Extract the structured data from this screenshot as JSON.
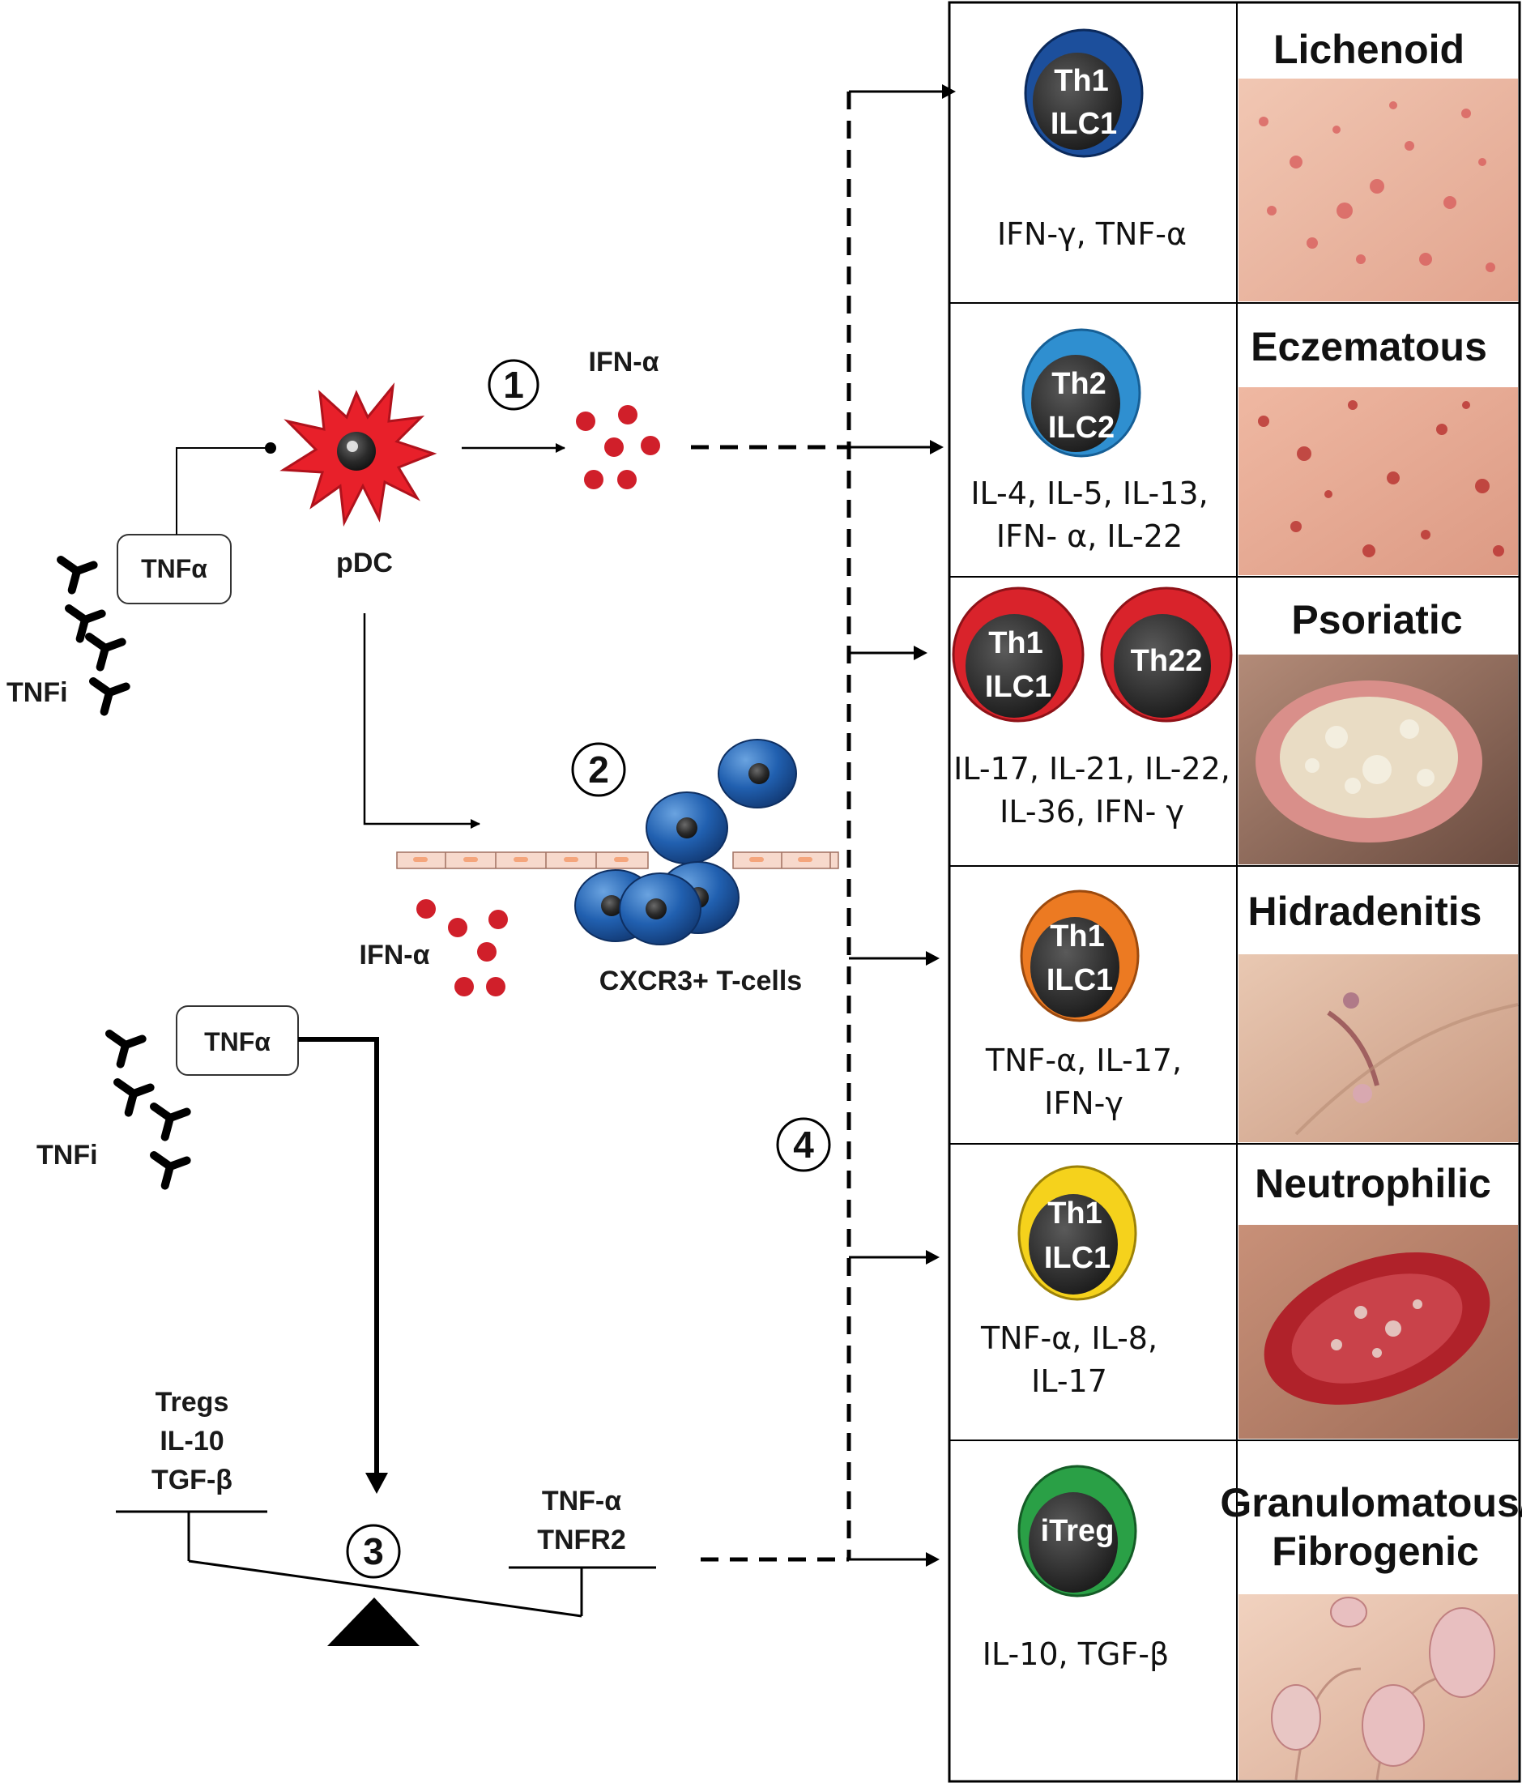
{
  "left_panel": {
    "top_tnf_box": "TNFα",
    "top_tnfi_label": "TNFi",
    "pdc_label": "pDC",
    "step1": "1",
    "ifn_alpha_top": "IFN-α",
    "step2": "2",
    "ifn_alpha_bottom": "IFN-α",
    "tcells_label": "CXCR3+ T-cells",
    "bottom_tnf_box": "TNFα",
    "bottom_tnfi_label": "TNFi",
    "step3": "3",
    "step4": "4",
    "balance_left": [
      "Tregs",
      "IL-10",
      "TGF-β"
    ],
    "balance_right": [
      "TNF-α",
      "TNFR2"
    ]
  },
  "colors": {
    "pdc": "#e8202a",
    "ifn_dots": "#d01f2a",
    "tcell": "#1f5fae",
    "lichenoid": "#1c4f9c",
    "eczematous": "#2f8fd0",
    "psoriatic": "#d9232b",
    "hidradenitis": "#ec7a22",
    "neutrophilic": "#f5d21c",
    "granulomatous": "#2aa046"
  },
  "reactions": [
    {
      "title": "Lichenoid",
      "cells": [
        [
          "Th1",
          "ILC1"
        ]
      ],
      "cytokines": [
        "IFN-γ, TNF-α"
      ],
      "color_key": "lichenoid"
    },
    {
      "title": "Eczematous",
      "cells": [
        [
          "Th2",
          "ILC2"
        ]
      ],
      "cytokines": [
        "IL-4, IL-5, IL-13,",
        "IFN- α, IL-22"
      ],
      "color_key": "eczematous"
    },
    {
      "title": "Psoriatic",
      "cells": [
        [
          "Th1",
          "ILC1"
        ],
        [
          "Th22"
        ]
      ],
      "cytokines": [
        "IL-17, IL-21, IL-22,",
        "IL-36, IFN- γ"
      ],
      "color_key": "psoriatic"
    },
    {
      "title": "Hidradenitis",
      "cells": [
        [
          "Th1",
          "ILC1"
        ]
      ],
      "cytokines": [
        "TNF-α, IL-17,",
        "IFN-γ"
      ],
      "color_key": "hidradenitis"
    },
    {
      "title": "Neutrophilic",
      "cells": [
        [
          "Th1",
          "ILC1"
        ]
      ],
      "cytokines": [
        "TNF-α, IL-8,",
        "IL-17"
      ],
      "color_key": "neutrophilic"
    },
    {
      "title": "Granulomatous/",
      "title2": "Fibrogenic",
      "cells": [
        [
          "iTreg"
        ]
      ],
      "cytokines": [
        "IL-10, TGF-β"
      ],
      "color_key": "granulomatous"
    }
  ]
}
